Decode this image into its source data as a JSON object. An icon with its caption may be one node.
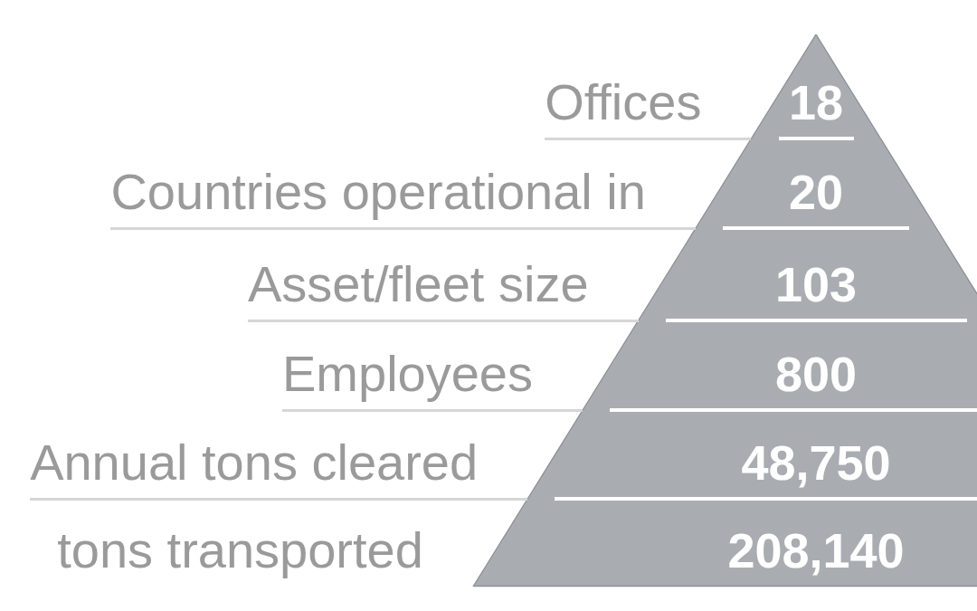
{
  "diagram": {
    "nodes": [
      {
        "text": [
          "18"
        ]
      },
      {
        "text": [
          "20"
        ]
      },
      {
        "text": [
          "103"
        ]
      },
      {
        "text": [
          "800"
        ]
      },
      {
        "text": [
          "48,750"
        ]
      },
      {
        "text": [
          "208,140"
        ]
      }
    ],
    "labels": [
      "Offices",
      "Countries operational in",
      "Asset/fleet size",
      "Employees",
      "Annual tons cleared",
      "tons transported"
    ]
  }
}
